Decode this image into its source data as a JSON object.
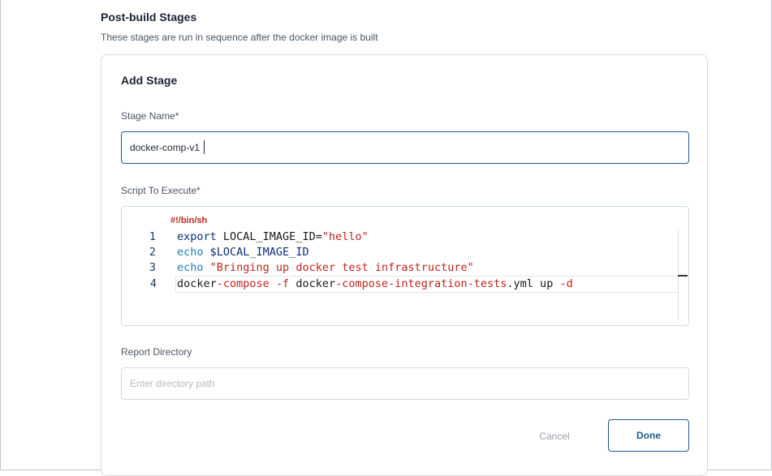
{
  "section": {
    "title": "Post-build Stages",
    "subtitle": "These stages are run in sequence after the docker image is built"
  },
  "card": {
    "title": "Add Stage",
    "stage_name": {
      "label": "Stage Name*",
      "value": "docker-comp-v1"
    },
    "script": {
      "label": "Script To Execute*",
      "shebang": "#!/bin/sh",
      "lines": [
        {
          "num": "1",
          "tokens": [
            {
              "t": "export",
              "c": "kw"
            },
            {
              "t": " LOCAL_IMAGE_ID=",
              "c": "txt"
            },
            {
              "t": "\"hello\"",
              "c": "str"
            }
          ]
        },
        {
          "num": "2",
          "tokens": [
            {
              "t": "echo",
              "c": "bi"
            },
            {
              "t": " ",
              "c": "txt"
            },
            {
              "t": "$LOCAL_IMAGE_ID",
              "c": "var"
            }
          ]
        },
        {
          "num": "3",
          "tokens": [
            {
              "t": "echo",
              "c": "bi"
            },
            {
              "t": " ",
              "c": "txt"
            },
            {
              "t": "\"Bringing up docker test infrastructure\"",
              "c": "str"
            }
          ]
        },
        {
          "num": "4",
          "tokens": [
            {
              "t": "docker",
              "c": "txt"
            },
            {
              "t": "-compose -f",
              "c": "op"
            },
            {
              "t": " docker",
              "c": "txt"
            },
            {
              "t": "-compose-integration-tests",
              "c": "op"
            },
            {
              "t": ".yml up ",
              "c": "txt"
            },
            {
              "t": "-d",
              "c": "op"
            }
          ]
        }
      ]
    },
    "report_directory": {
      "label": "Report Directory",
      "value": "",
      "placeholder": "Enter directory path"
    },
    "actions": {
      "cancel_label": "Cancel",
      "done_label": "Done"
    }
  },
  "colors": {
    "accent": "#1e5a8c",
    "string": "#c0241f",
    "keyword": "#0b2e7a",
    "builtin": "#1e7fb0"
  }
}
